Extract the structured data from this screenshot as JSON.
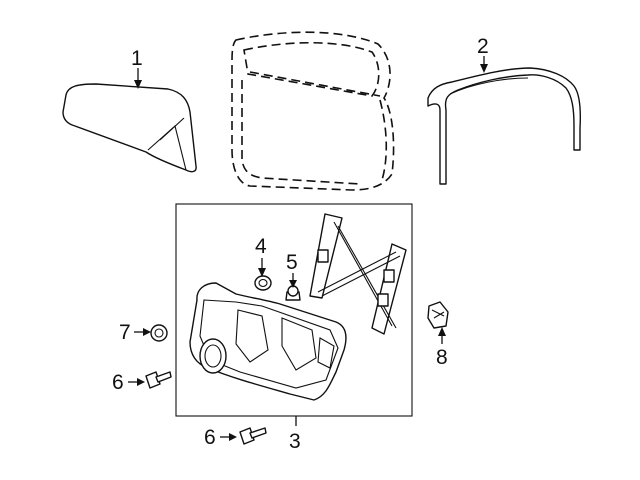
{
  "callouts": {
    "c1": "1",
    "c2": "2",
    "c3": "3",
    "c4": "4",
    "c5": "5",
    "c6a": "6",
    "c6b": "6",
    "c7": "7",
    "c8": "8"
  },
  "colors": {
    "line": "#111111",
    "background": "#ffffff"
  }
}
